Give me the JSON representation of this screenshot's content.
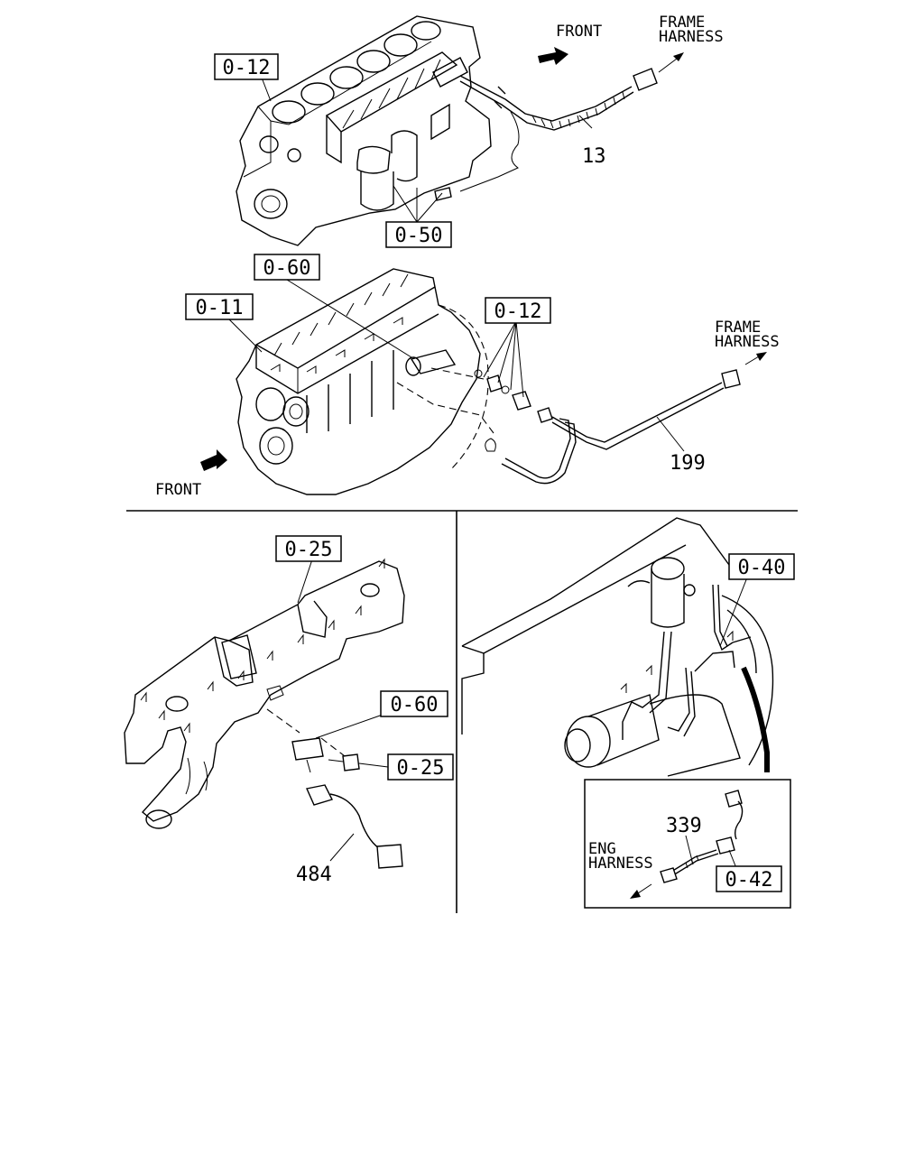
{
  "labels": {
    "top_engine_ref": "0-12",
    "top_sensor_ref": "0-50",
    "top_part": "13",
    "top_front": "FRONT",
    "top_frame_1": "FRAME",
    "top_frame_2": "HARNESS",
    "mid_ref_060": "0-60",
    "mid_ref_011": "0-11",
    "mid_ref_012": "0-12",
    "mid_part": "199",
    "mid_front": "FRONT",
    "mid_frame_1": "FRAME",
    "mid_frame_2": "HARNESS",
    "ll_ref_025_top": "0-25",
    "ll_ref_060": "0-60",
    "ll_ref_025_bolt": "0-25",
    "ll_part": "484",
    "lr_ref_040": "0-40",
    "lr_part": "339",
    "lr_eng_1": "ENG",
    "lr_eng_2": "HARNESS",
    "lr_ref_042": "0-42"
  }
}
